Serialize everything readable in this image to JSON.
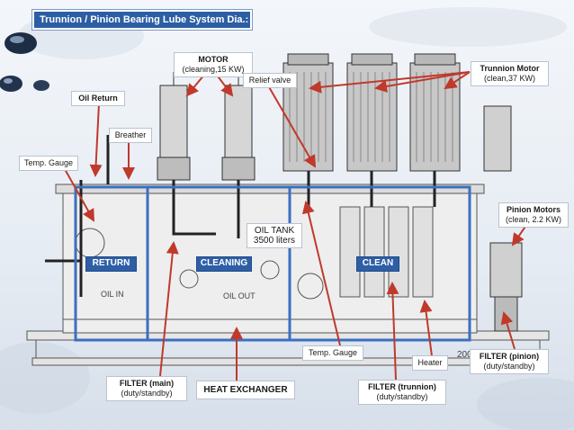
{
  "title": "Trunnion / Pinion Bearing Lube System Dia.:",
  "labels": {
    "motor": {
      "line1": "MOTOR",
      "line2": "(cleaning,15 KW)"
    },
    "relief_valve": "Relief valve",
    "trunnion_motor": {
      "line1": "Trunnion Motor",
      "line2": "(clean,37 KW)"
    },
    "oil_return": "Oil Return",
    "breather": "Breather",
    "temp_gauge_left": "Temp. Gauge",
    "pinion_motors": {
      "line1": "Pinion Motors",
      "line2": "(clean, 2.2 KW)"
    },
    "oil_tank": {
      "line1": "OIL TANK",
      "line2": "3500 liters"
    },
    "return": "RETURN",
    "cleaning": "CLEANING",
    "clean": "CLEAN",
    "temp_gauge_bottom": "Temp. Gauge",
    "heater": "Heater",
    "filter_pinion": {
      "line1": "FILTER (pinion)",
      "line2": "(duty/standby)"
    },
    "filter_main": {
      "line1": "FILTER (main)",
      "line2": "(duty/standby)"
    },
    "heat_exchanger": "HEAT EXCHANGER",
    "filter_trunnion": {
      "line1": "FILTER (trunnion)",
      "line2": "(duty/standby)"
    }
  },
  "machine_text": {
    "oil_in": "OIL IN",
    "oil_out": "OIL OUT",
    "number": "200"
  },
  "colors": {
    "arrow": "#c0392b",
    "zone_border": "#3b6fc0",
    "title_bg": "#2c5ea3"
  }
}
